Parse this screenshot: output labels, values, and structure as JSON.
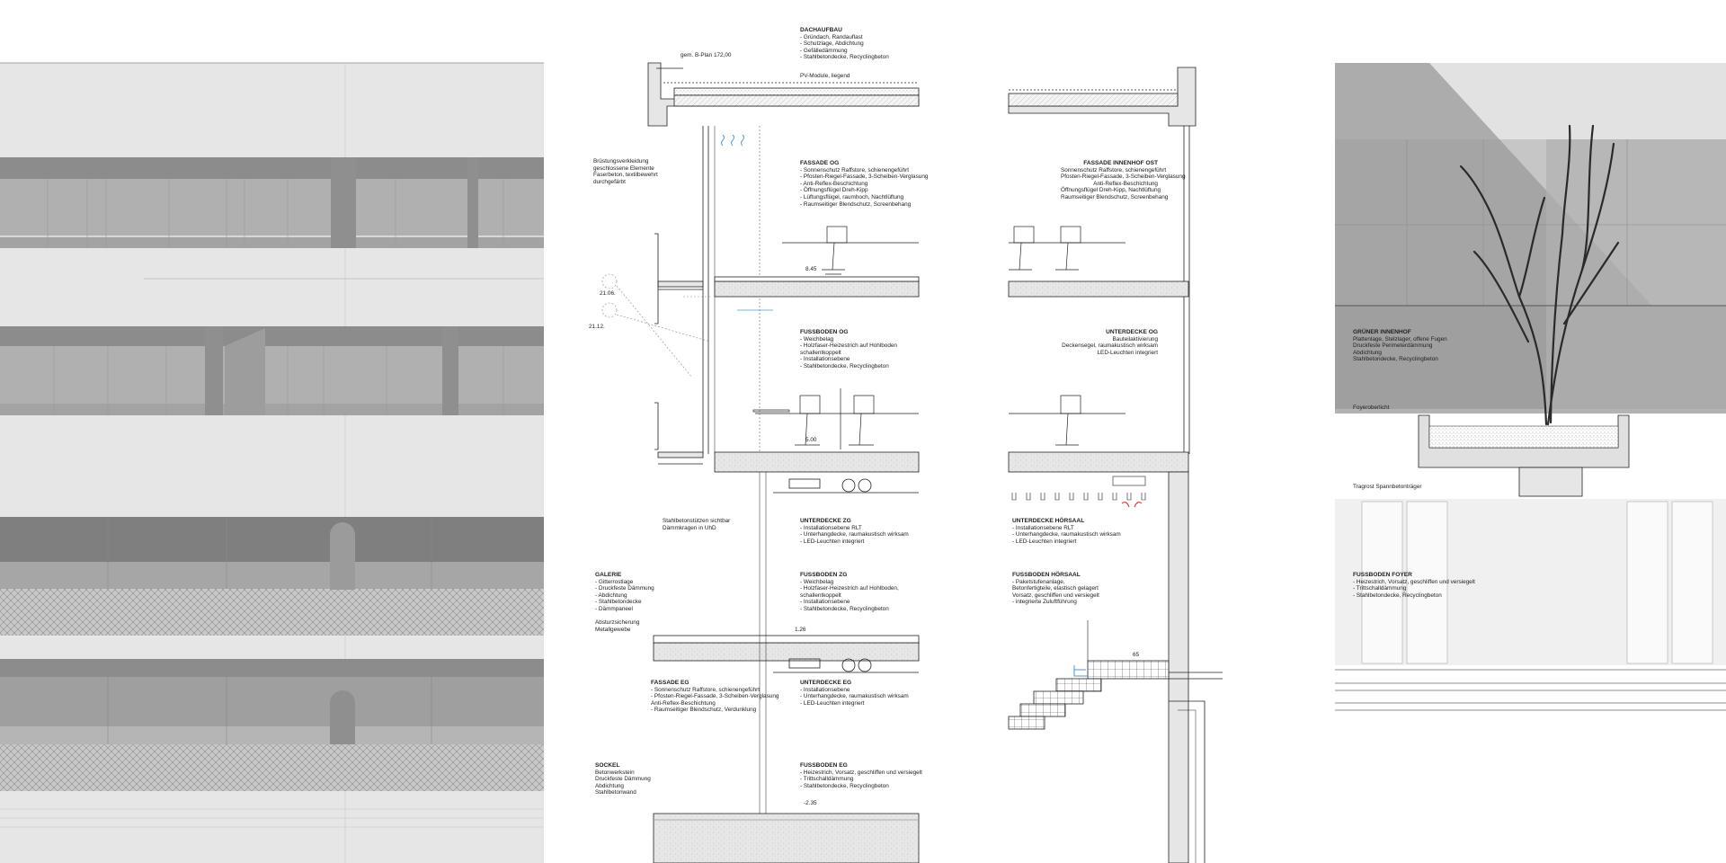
{
  "sheet_title": "",
  "section": {
    "roof": {
      "title": "DACHAUFBAU",
      "lines": [
        "- Gründach, Randauflast",
        "- Schutzlage, Abdichtung",
        "- Gefälledämmung",
        "- Stahlbetondecke, Recyclingbeton"
      ],
      "pv": "PV-Module, liegend",
      "bplan": "gem. B-Plan 172,00"
    },
    "parapet": {
      "lines": [
        "Brüstungsverkleidung",
        "geschlossene Elemente",
        "Faserbeton, textilbewehrt",
        "durchgefärbt"
      ]
    },
    "sun_angles": [
      "21.06.",
      "21.12."
    ],
    "facade_og": {
      "title": "FASSADE OG",
      "lines": [
        "- Sonnenschutz Raffstore, schienengeführt",
        "- Pfosten-Riegel-Fassade, 3-Scheiben-Verglasung",
        "- Anti-Reflex-Beschichtung",
        "- Öffnungsflügel Dreh-Kipp",
        "- Lüftungsflügel, raumhoch, Nachtlüftung",
        "- Raumseitiger Blendschutz, Screenbehang"
      ]
    },
    "level_845": "8.45",
    "floor_og": {
      "title": "FUSSBODEN OG",
      "lines": [
        "- Weichbelag",
        "- Holzfaser-Heizestrich auf Hohlboden",
        "  schallentkoppelt",
        "- Installationsebene",
        "- Stahlbetondecke, Recyclingbeton"
      ]
    },
    "level_500": "5.00",
    "columns_note": [
      "Stahlbetonstützen sichtbar",
      "Dämmkragen in UhD"
    ],
    "ceiling_zg": {
      "title": "UNTERDECKE ZG",
      "lines": [
        "- Installationsebene RLT",
        "- Unterhangdecke, raumakustisch wirksam",
        "- LED-Leuchten integriert"
      ]
    },
    "gallery": {
      "title": "GALERIE",
      "lines": [
        "- Gitterrostlage",
        "- Druckfeste Dämmung",
        "- Abdichtung",
        "- Stahlbetondecke",
        "- Dämmpaneel"
      ],
      "extra": [
        "Absturzsicherung",
        "Metallgewebe"
      ]
    },
    "floor_zg": {
      "title": "FUSSBODEN ZG",
      "lines": [
        "- Weichbelag",
        "- Holzfaser-Heizestrich auf Hohlboden,",
        "  schallentkoppelt",
        "- Installationsebene",
        "- Stahlbetondecke, Recyclingbeton"
      ]
    },
    "level_126": "1.26",
    "facade_eg": {
      "title": "FASSADE EG",
      "lines": [
        "- Sonnenschutz Raffstore, schienengeführt",
        "- Pfosten-Riegel-Fassade, 3-Scheiben-Verglasung",
        "  Anti-Reflex-Beschichtung",
        "- Raumseitiger Blendschutz, Verdunklung"
      ]
    },
    "ceiling_eg": {
      "title": "UNTERDECKE EG",
      "lines": [
        "- Installationsebene",
        "- Unterhangdecke, raumakustisch wirksam",
        "- LED-Leuchten integriert"
      ]
    },
    "plinth": {
      "title": "SOCKEL",
      "lines": [
        "Betonwerkstein",
        "Druckfeste Dämmung",
        "Abdichtung",
        "Stahlbetonwand"
      ]
    },
    "floor_eg": {
      "title": "FUSSBODEN EG",
      "lines": [
        "- Heizestrich, Vorsatz, geschliffen und versiegelt",
        "- Trittschalldämmung",
        "- Stahlbetondecke, Recyclingbeton"
      ]
    },
    "level_m235": "-2.35"
  },
  "courtyard": {
    "facade_east": {
      "title": "FASSADE INNENHOF OST",
      "lines": [
        "Sonnenschutz Raffstore, schienengeführt",
        "Pfosten-Riegel-Fassade, 3-Scheiben-Verglasung",
        "Anti-Reflex-Beschichtung",
        "Öffnungsflügel Dreh-Kipp, Nachtlüftung",
        "Raumseitiger Blendschutz, Screenbehang"
      ]
    },
    "ceiling_og": {
      "title": "UNTERDECKE OG",
      "lines": [
        "Bauteilaktivierung",
        "Deckensegel, raumakustisch wirksam",
        "LED-Leuchten integriert"
      ]
    },
    "ceiling_hall": {
      "title": "UNTERDECKE HÖRSAAL",
      "lines": [
        "- Installationsebene RLT",
        "- Unterhangdecke, raumakustisch wirksam",
        "- LED-Leuchten integriert"
      ]
    },
    "floor_hall": {
      "title": "FUSSBODEN HÖRSAAL",
      "lines": [
        "- Paketstufenanlage,",
        "  Betonfertigteile, elastisch gelagert",
        "  Vorsatz, geschliffen und versiegelt",
        "- integrierte Zuluftführung"
      ]
    },
    "dim_65": "65"
  },
  "elevation": {
    "green_court": {
      "title": "GRÜNER INNENHOF",
      "lines": [
        "Plattenlage, Stelzlager, offene Fugen",
        "Druckfeste Perimeterdämmung",
        "Abdichtung",
        "Stahlbetondecke, Recyclingbeton"
      ]
    },
    "skylight": "Foyeroberlicht",
    "beam": "Tragrost Spannbetonträger",
    "floor_foyer": {
      "title": "FUSSBODEN FOYER",
      "lines": [
        "- Heizestrich, Vorsatz, geschliffen und versiegelt",
        "- Trittschalldämmung",
        "- Stahlbetondecke, Recyclingbeton"
      ]
    }
  }
}
